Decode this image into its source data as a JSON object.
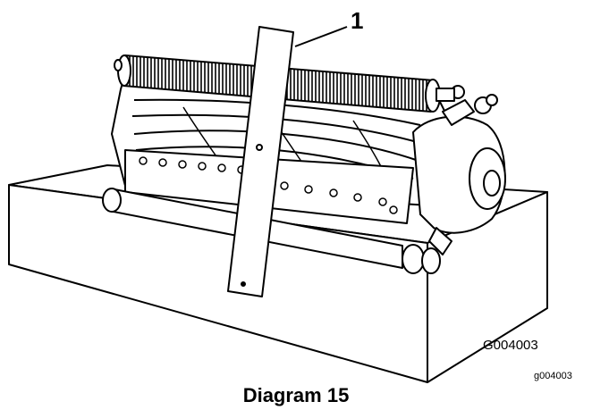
{
  "diagram": {
    "callout_number": "1",
    "inner_code": "G004003",
    "outer_code": "g004003",
    "caption": "Diagram 15"
  }
}
